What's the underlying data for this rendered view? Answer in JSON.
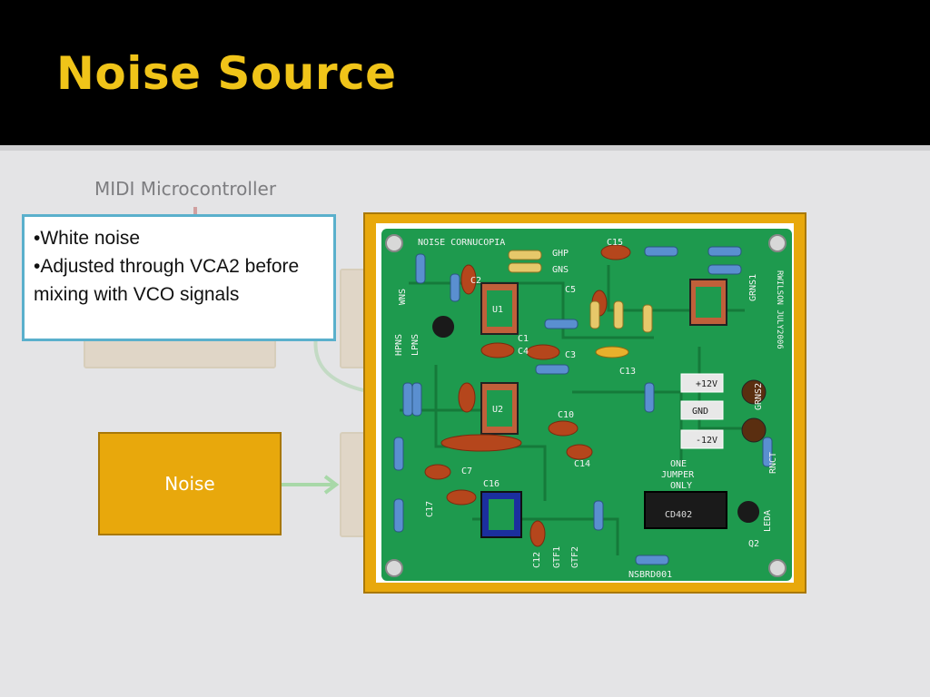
{
  "slide": {
    "title": "Noise Source"
  },
  "diagram": {
    "midi_label": "MIDI Microcontroller",
    "noise_label": "Noise"
  },
  "callout": {
    "bullets": [
      "•White noise",
      "•Adjusted through VCA2 before mixing with VCO signals"
    ]
  },
  "board": {
    "name": "NOISE CORNUCOPIA",
    "author": "RWILSON JULY2006",
    "jumper_note": [
      "ONE",
      "JUMPER",
      "ONLY"
    ],
    "power": [
      "+12V",
      "GND",
      "-12V"
    ],
    "part_number": "NSBRD001",
    "chip": "CD402",
    "labels": [
      "C15",
      "GHP",
      "GNS",
      "C5",
      "C1",
      "C4",
      "C3",
      "C13",
      "C10",
      "C14",
      "C7",
      "C16",
      "C17",
      "C12",
      "GTF1",
      "GTF2",
      "WNS",
      "HPNS",
      "LPNS",
      "GRNS1",
      "GRNS2",
      "RNCT",
      "LEDA",
      "Q2",
      "U1",
      "U2",
      "C2"
    ],
    "colors": {
      "pcb": "#1e9a4e",
      "trace": "#157a3a",
      "capacitor": "#b5461c",
      "chip": "#1a1a1a"
    }
  }
}
